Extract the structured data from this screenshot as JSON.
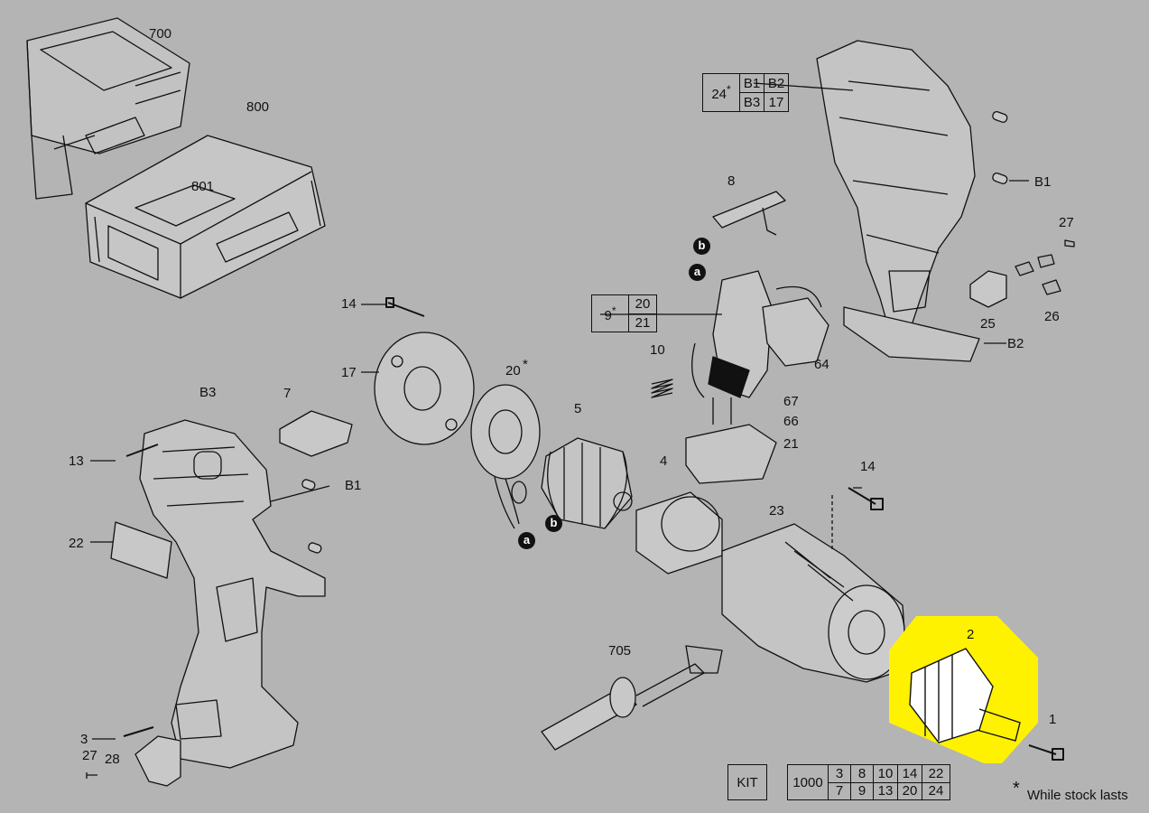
{
  "labels": {
    "p700": "700",
    "p800": "800",
    "p801": "801",
    "p8": "8",
    "p27a": "27",
    "p14a": "14",
    "p17": "17",
    "p20a": "20",
    "p5": "5",
    "p10": "10",
    "p64": "64",
    "p67": "67",
    "p66": "66",
    "p21": "21",
    "p25": "25",
    "p26": "26",
    "pB2": "B2",
    "pB1a": "B1",
    "pB3": "B3",
    "p7": "7",
    "p13": "13",
    "pB1b": "B1",
    "p22": "22",
    "p4": "4",
    "p14b": "14",
    "p23": "23",
    "p705": "705",
    "p2": "2",
    "p1": "1",
    "p3": "3",
    "p27b": "27",
    "p28": "28"
  },
  "markers": {
    "a": "a",
    "b": "b"
  },
  "table24": {
    "ref": "24",
    "star": "*",
    "b1": "B1",
    "b2": "B2",
    "b3": "B3",
    "v17": "17"
  },
  "table9": {
    "ref": "9",
    "star": "*",
    "v20": "20",
    "v21": "21"
  },
  "kit": {
    "label": "KIT",
    "code": "1000",
    "row1": [
      "3",
      "8",
      "10",
      "14",
      "22"
    ],
    "row2": [
      "7",
      "9",
      "13",
      "20",
      "24"
    ]
  },
  "footnote": {
    "star": "*",
    "text": "While stock lasts"
  },
  "colors": {
    "background": "#b4b4b4",
    "highlight": "#fff200",
    "ink": "#111111"
  }
}
